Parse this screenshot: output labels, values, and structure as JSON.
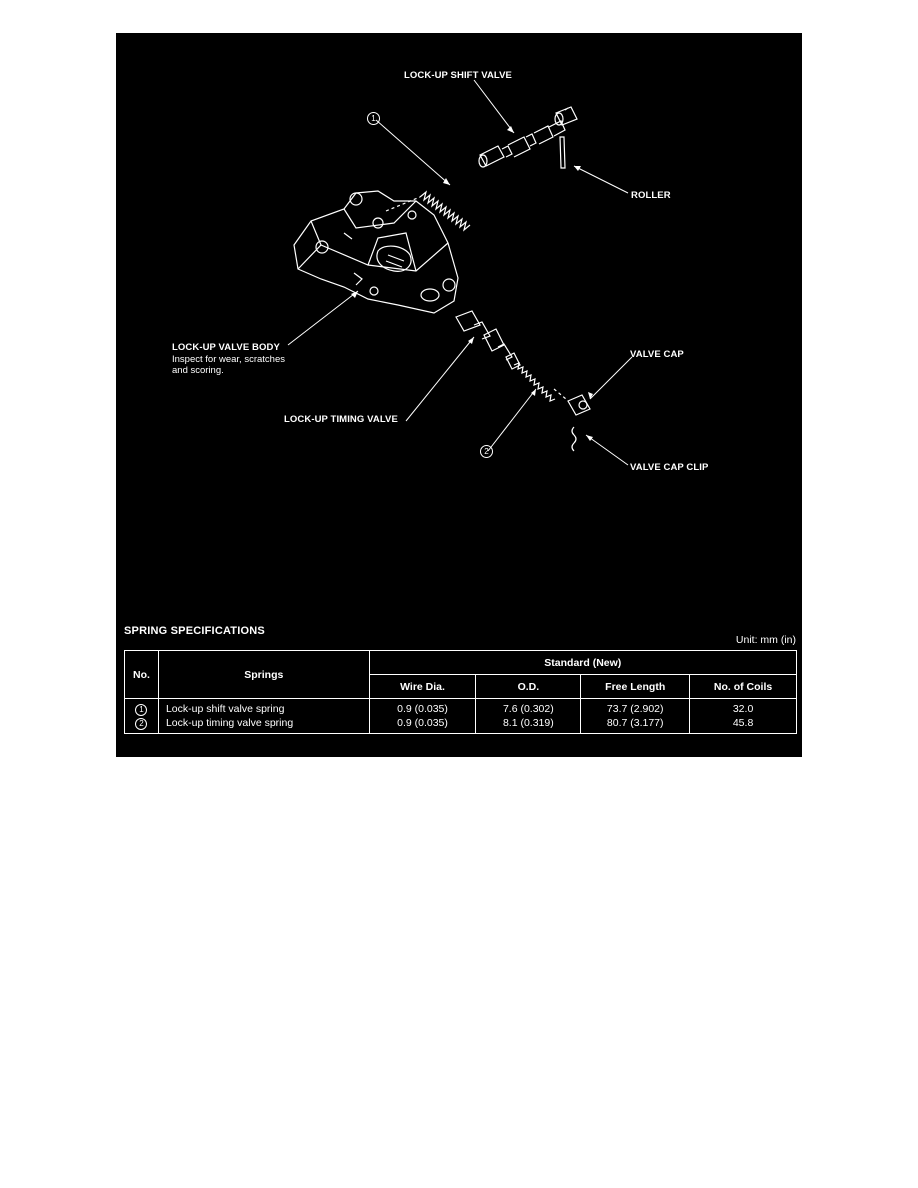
{
  "labels": {
    "lockup_shift_valve": "LOCK-UP SHIFT VALVE",
    "roller": "ROLLER",
    "lockup_valve_body": "LOCK-UP VALVE BODY",
    "valve_body_note_1": "Inspect for wear, scratches",
    "valve_body_note_2": "and scoring.",
    "valve_cap": "VALVE CAP",
    "lockup_timing_valve": "LOCK-UP TIMING VALVE",
    "valve_cap_clip": "VALVE CAP CLIP",
    "callout_1": "1",
    "callout_2": "2"
  },
  "spec": {
    "title": "SPRING SPECIFICATIONS",
    "unit": "Unit: mm (in)",
    "headers": {
      "no": "No.",
      "springs": "Springs",
      "standard": "Standard (New)",
      "wire_dia": "Wire Dia.",
      "od": "O.D.",
      "free_length": "Free Length",
      "coils": "No. of Coils"
    },
    "rows": [
      {
        "no": "1",
        "spring": "Lock-up shift valve spring",
        "wire_dia": "0.9 (0.035)",
        "od": "7.6 (0.302)",
        "free_length": "73.7 (2.902)",
        "coils": "32.0"
      },
      {
        "no": "2",
        "spring": "Lock-up timing valve spring",
        "wire_dia": "0.9 (0.035)",
        "od": "8.1 (0.319)",
        "free_length": "80.7 (3.177)",
        "coils": "45.8"
      }
    ]
  }
}
